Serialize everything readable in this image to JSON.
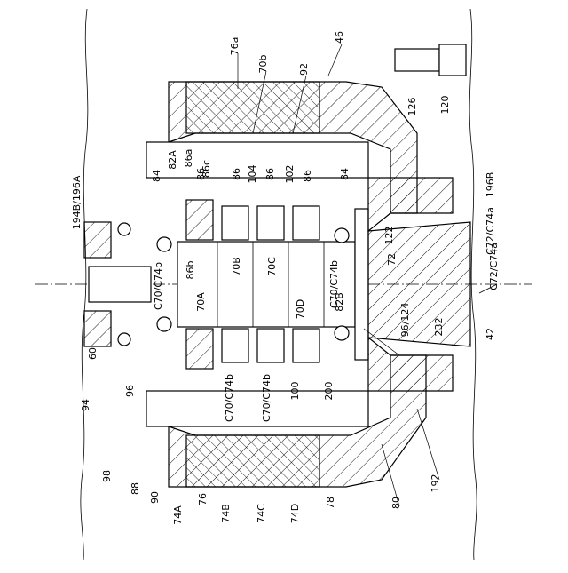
{
  "labels": [
    {
      "text": "76a",
      "r": -90
    },
    {
      "text": "70b",
      "r": -90
    },
    {
      "text": "92",
      "r": -90
    },
    {
      "text": "46",
      "r": -90
    },
    {
      "text": "126",
      "r": -90
    },
    {
      "text": "120",
      "r": -90
    },
    {
      "text": "194B/196A",
      "r": -90
    },
    {
      "text": "82A",
      "r": -90
    },
    {
      "text": "86a",
      "r": -90
    },
    {
      "text": "86c",
      "r": -90
    },
    {
      "text": "84",
      "r": -90
    },
    {
      "text": "86",
      "r": -90
    },
    {
      "text": "86",
      "r": -90
    },
    {
      "text": "104",
      "r": -90
    },
    {
      "text": "86",
      "r": -90
    },
    {
      "text": "102",
      "r": -90
    },
    {
      "text": "86",
      "r": -90
    },
    {
      "text": "84",
      "r": -90
    },
    {
      "text": "196B",
      "r": -90
    },
    {
      "text": "C72/C74a",
      "r": -90
    },
    {
      "text": "122",
      "r": -90
    },
    {
      "text": "C72/C74a",
      "r": -90
    },
    {
      "text": "86b",
      "r": -90
    },
    {
      "text": "70B",
      "r": -90
    },
    {
      "text": "70C",
      "r": -90
    },
    {
      "text": "72",
      "r": -90
    },
    {
      "text": "C70/C74b",
      "r": -90
    },
    {
      "text": "70A",
      "r": -90
    },
    {
      "text": "C70/C74b",
      "r": -90
    },
    {
      "text": "82B",
      "r": -90
    },
    {
      "text": "70D",
      "r": -90
    },
    {
      "text": "96/124",
      "r": -90
    },
    {
      "text": "232",
      "r": -90
    },
    {
      "text": "42",
      "r": -90
    },
    {
      "text": "60",
      "r": -90
    },
    {
      "text": "96",
      "r": -90
    },
    {
      "text": "C70/C74b",
      "r": -90
    },
    {
      "text": "C70/C74b",
      "r": -90
    },
    {
      "text": "100",
      "r": -90
    },
    {
      "text": "200",
      "r": -90
    },
    {
      "text": "94",
      "r": -90
    },
    {
      "text": "98",
      "r": -90
    },
    {
      "text": "88",
      "r": -90
    },
    {
      "text": "90",
      "r": -90
    },
    {
      "text": "74A",
      "r": -90
    },
    {
      "text": "76",
      "r": -90
    },
    {
      "text": "74B",
      "r": -90
    },
    {
      "text": "74C",
      "r": -90
    },
    {
      "text": "74D",
      "r": -90
    },
    {
      "text": "78",
      "r": -90
    },
    {
      "text": "80",
      "r": -90
    },
    {
      "text": "192",
      "r": -90
    }
  ]
}
